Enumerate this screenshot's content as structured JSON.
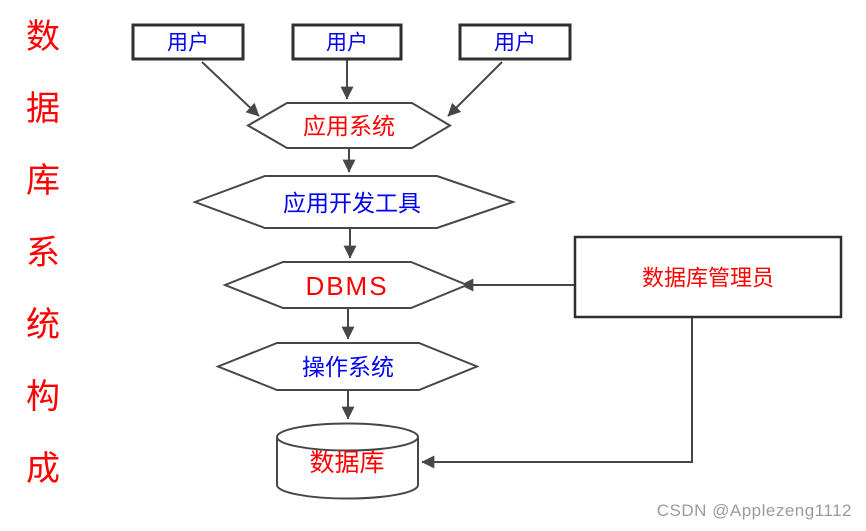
{
  "title": "数据库系统构成",
  "title_chars": [
    "数",
    "据",
    "库",
    "系",
    "统",
    "构",
    "成"
  ],
  "nodes": {
    "user1": "用户",
    "user2": "用户",
    "user3": "用户",
    "app_system": "应用系统",
    "dev_tool": "应用开发工具",
    "dbms": "DBMS",
    "os": "操作系统",
    "database": "数据库",
    "dba": "数据库管理员"
  },
  "watermark": "CSDN @Applezeng1112",
  "colors": {
    "red": "#ff0000",
    "blue": "#0000f2",
    "line": "#474747",
    "box_border": "#2f2f2f",
    "watermark": "#9b9b9b",
    "bg": "#ffffff"
  }
}
